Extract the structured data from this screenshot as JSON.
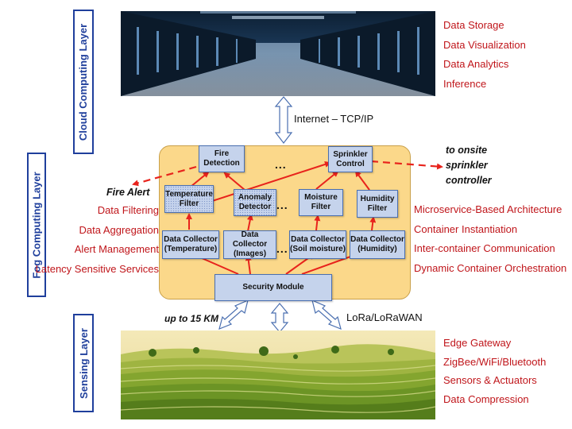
{
  "layers": {
    "cloud": "Cloud Computing Layer",
    "fog": "Fog Computing Layer",
    "sensing": "Sensing Layer"
  },
  "cloud_functions": [
    "Data Storage",
    "Data Visualization",
    "Data Analytics",
    "Inference"
  ],
  "fog_left_functions": [
    "Data Filtering",
    "Data Aggregation",
    "Alert Management",
    "Latency Sensitive Services"
  ],
  "fog_right_functions": [
    "Microservice-Based Architecture",
    "Container Instantiation",
    "Inter-container Communication",
    "Dynamic Container Orchestration"
  ],
  "sensing_functions": [
    "Edge Gateway",
    "ZigBee/WiFi/Bluetooth",
    "Sensors & Actuators",
    "Data Compression"
  ],
  "links": {
    "internet": "Internet – TCP/IP",
    "range": "up to 15 KM",
    "lora": "LoRa/LoRaWAN"
  },
  "alerts": {
    "fire_alert": "Fire Alert",
    "sprinkler_target": [
      "to onsite",
      "sprinkler",
      "controller"
    ]
  },
  "ellipsis": "...",
  "modules": {
    "fire_detection": [
      "Fire",
      "Detection"
    ],
    "sprinkler_control": [
      "Sprinkler",
      "Control"
    ],
    "temperature_filter": [
      "Temperature",
      "Filter"
    ],
    "anomaly_detector": [
      "Anomaly",
      "Detector"
    ],
    "moisture_filter": [
      "Moisture",
      "Filter"
    ],
    "humidity_filter": [
      "Humidity",
      "Filter"
    ],
    "dc_temperature": [
      "Data Collector",
      "(Temperature)"
    ],
    "dc_images": [
      "Data Collector",
      "(Images)"
    ],
    "dc_soil": [
      "Data Collector",
      "(Soil moisture)"
    ],
    "dc_humidity": [
      "Data Collector",
      "(Humidity)"
    ],
    "security": "Security Module"
  },
  "colors": {
    "accent_red": "#c0161b",
    "layer_blue": "#1f3f9c",
    "fog_fill": "#fbd88a",
    "module_fill": "#c5d3ec"
  }
}
